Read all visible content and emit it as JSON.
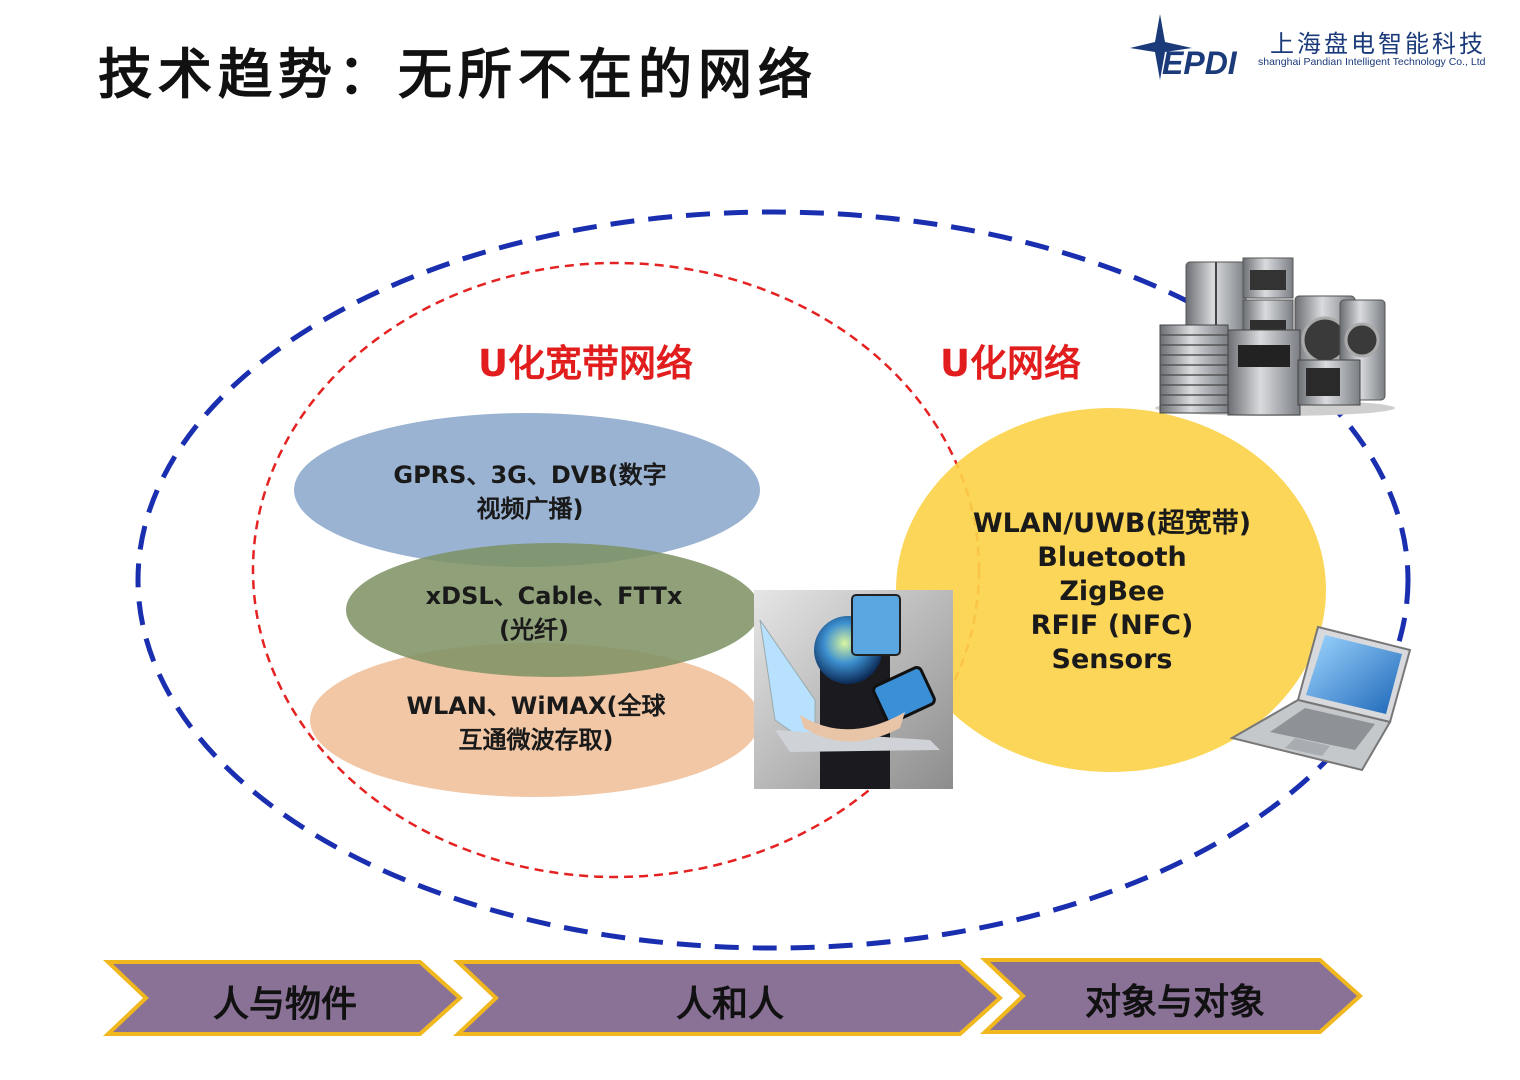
{
  "title": "技术趋势：无所不在的网络",
  "logo": {
    "mark_text": "EPDI",
    "company_cn": "上海盘电智能科技",
    "company_en": "shanghai Pandian Intelligent Technology Co., Ltd"
  },
  "labels": {
    "broadband": "U化宽带网络",
    "network": "U化网络"
  },
  "ellipses": {
    "blue_line1": "GPRS、3G、DVB(数字",
    "blue_line2": "视频广播)",
    "green_line1": "xDSL、Cable、FTTx",
    "green_line2": "(光纤)",
    "orange_line1": "WLAN、WiMAX(全球",
    "orange_line2": "互通微波存取)"
  },
  "yellow": {
    "line1": "WLAN/UWB(超宽带)",
    "line2": "Bluetooth",
    "line3": "ZigBee",
    "line4": "RFIF (NFC)",
    "line5": "Sensors"
  },
  "arrows": {
    "first": "人与物件",
    "second": "人和人",
    "third": "对象与对象"
  },
  "colors": {
    "outer_dash": "#1a2fb0",
    "inner_dash": "#e52222",
    "blue_ellipse": "#9ab3d2",
    "green_ellipse": "#7c9163",
    "orange_ellipse": "#f0c4a1",
    "yellow_circle": "#fcd34a",
    "arrow_fill": "#8a7196",
    "arrow_border": "#f0b81e",
    "label_red": "#e11d1d"
  },
  "icons": [
    "appliances-icon",
    "laptop-icon",
    "tech-hand-photo",
    "epdi-star-icon"
  ]
}
